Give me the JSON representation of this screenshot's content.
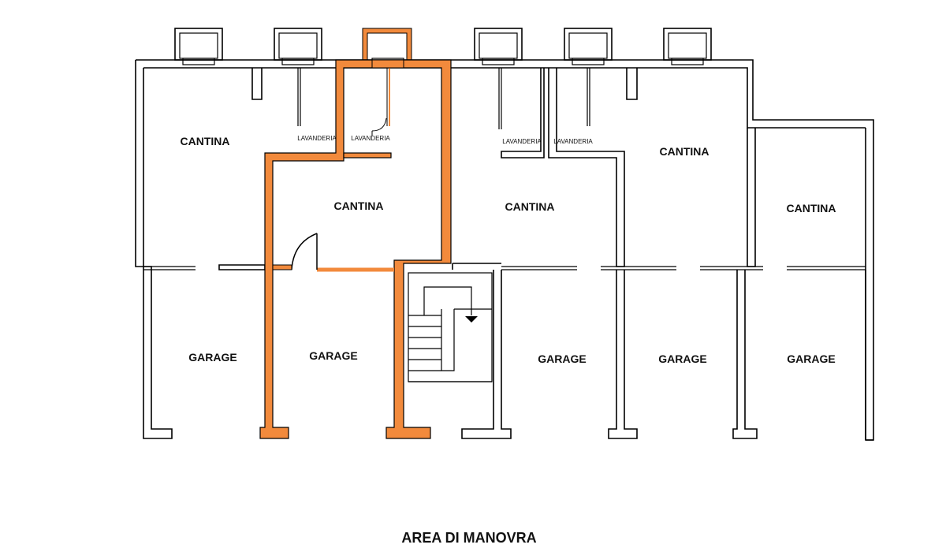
{
  "labels": {
    "cantina": "CANTINA",
    "lavanderia": "LAVANDERIA",
    "garage": "GARAGE",
    "area": "AREA DI MANOVRA"
  },
  "colors": {
    "highlight": "#f28a3c",
    "walls": "#000000",
    "background": "#ffffff"
  }
}
